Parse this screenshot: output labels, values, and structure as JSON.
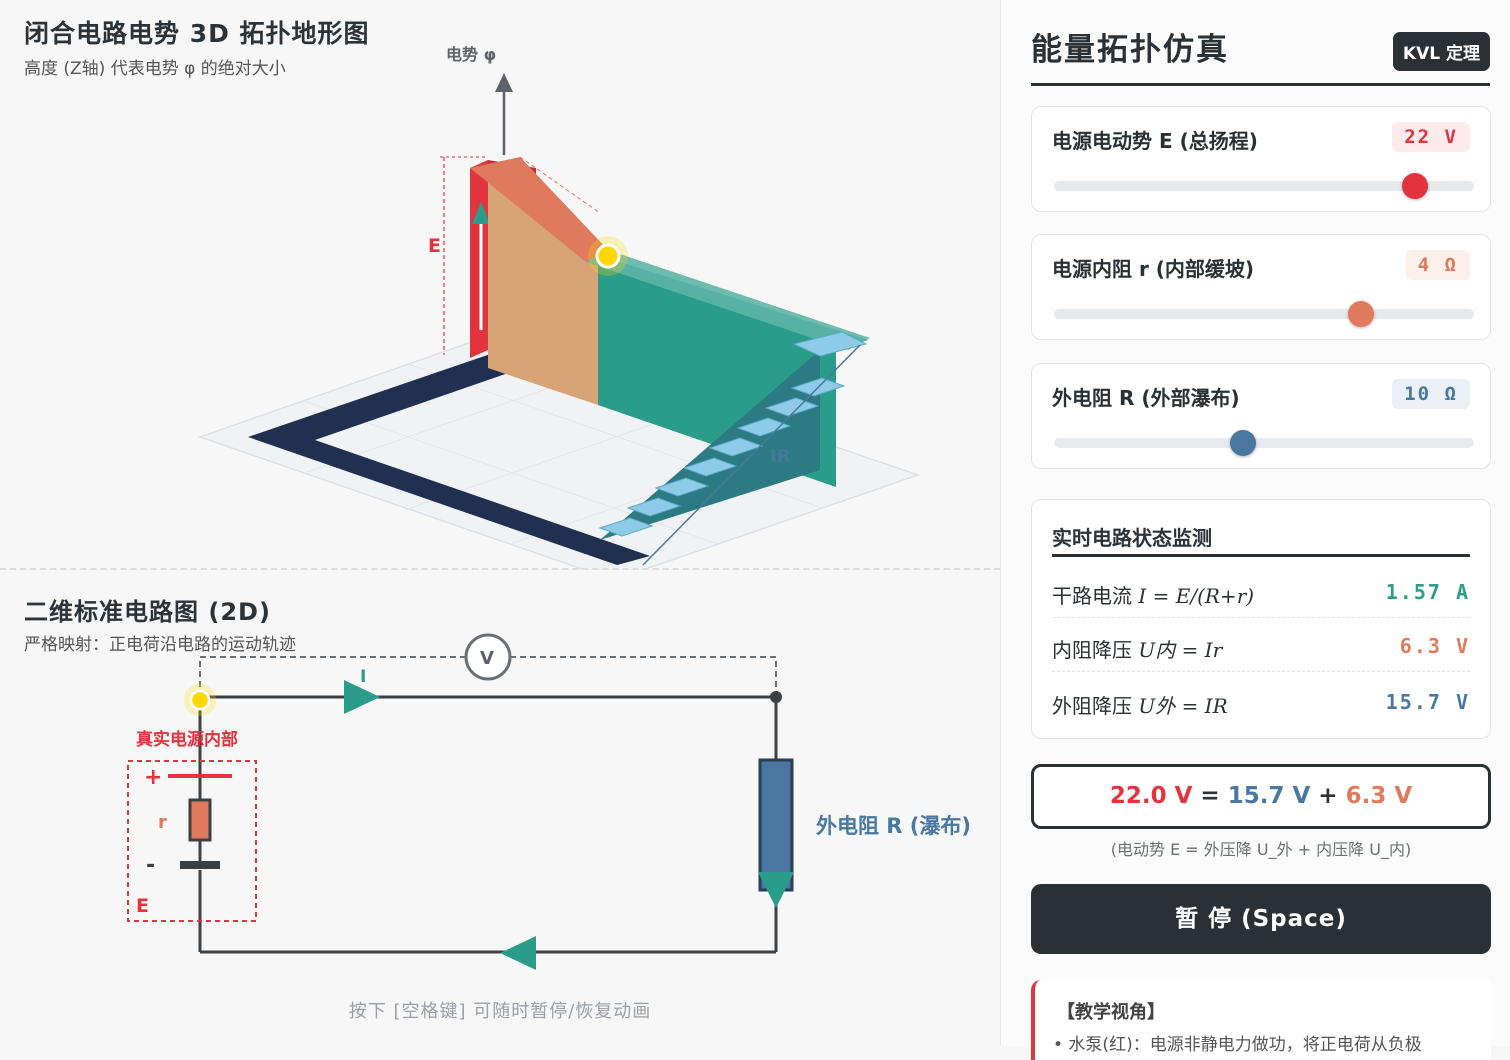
{
  "view3d": {
    "title": "闭合电路电势 3D 拓扑地形图",
    "subtitle": "高度 (Z轴) 代表电势 φ 的绝对大小",
    "axis_label": "电势 φ",
    "label_E": "E",
    "label_IR": "IR"
  },
  "view2d": {
    "title": "二维标准电路图 (2D)",
    "subtitle": "严格映射：正电荷沿电路的运动轨迹",
    "voltmeter": "V",
    "current_label": "I",
    "source_label": "真实电源内部",
    "plus": "+",
    "minus": "-",
    "r_label": "r",
    "E_label": "E",
    "external_label": "外电阻 R (瀑布)"
  },
  "hint": "按下 [空格键] 可随时暂停/恢复动画",
  "panel": {
    "title": "能量拓扑仿真",
    "badge": "KVL 定理",
    "sliders": [
      {
        "label": "电源电动势 E (总扬程)",
        "value": "22 V",
        "fraction": 0.86,
        "color": "#e2333f",
        "badge_bg": "#fdeaea"
      },
      {
        "label": "电源内阻 r (内部缓坡)",
        "value": "4 Ω",
        "fraction": 0.73,
        "color": "#df7a5c",
        "badge_bg": "#fdf0ea"
      },
      {
        "label": "外电阻 R (外部瀑布)",
        "value": "10 Ω",
        "fraction": 0.45,
        "color": "#4a78a0",
        "badge_bg": "#eaf0f5"
      }
    ],
    "monitor": {
      "title": "实时电路状态监测",
      "rows": [
        {
          "label": "干路电流",
          "formula": "I = E/(R+r)",
          "value": "1.57 A",
          "color": "#2a9d8a"
        },
        {
          "label": "内阻降压",
          "formula": "U内 = Ir",
          "value": "6.3 V",
          "color": "#df7a5c"
        },
        {
          "label": "外阻降压",
          "formula": "U外 = IR",
          "value": "15.7 V",
          "color": "#4a78a0"
        }
      ]
    },
    "equation": {
      "e": "22.0 V",
      "eq": " = ",
      "ext": "15.7 V",
      "plus": " + ",
      "int": "6.3 V"
    },
    "equation_note": "(电动势 E = 外压降 U_外 + 内压降 U_内)",
    "pause_button": "暂 停 (Space)",
    "teaching": {
      "title": "【教学视角】",
      "text": "• 水泵(红)：电源非静电力做功，将正电荷从负极"
    }
  },
  "colors": {
    "red": "#e2333f",
    "orange": "#df7a5c",
    "teal": "#2a9d8a",
    "blue": "#4a78a0",
    "navy": "#1f3050",
    "yellow": "#ffd600"
  }
}
